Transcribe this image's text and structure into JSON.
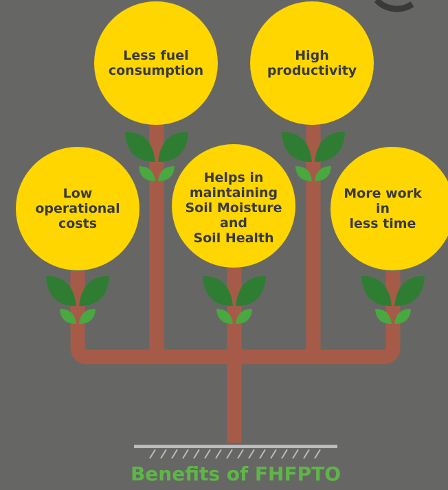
{
  "diagram": {
    "benefits": [
      {
        "id": "fuel",
        "label": "Less fuel\nconsumption"
      },
      {
        "id": "productivity",
        "label": "High\nproductivity"
      },
      {
        "id": "low_costs",
        "label": "Low\noperational\ncosts"
      },
      {
        "id": "soil",
        "label": "Helps in\nmaintaining\nSoil Moisture\nand\nSoil Health"
      },
      {
        "id": "more_work",
        "label": "More work\nin\nless time"
      }
    ],
    "title": "Benefits of FHFPTO"
  },
  "colors": {
    "background": "#666764",
    "circle": "#ffd600",
    "trunk": "#a65b48",
    "leaf_dark": "#2f7d32",
    "leaf_light": "#49a83f",
    "title": "#5fb548",
    "ground": "#bcbcbc"
  }
}
